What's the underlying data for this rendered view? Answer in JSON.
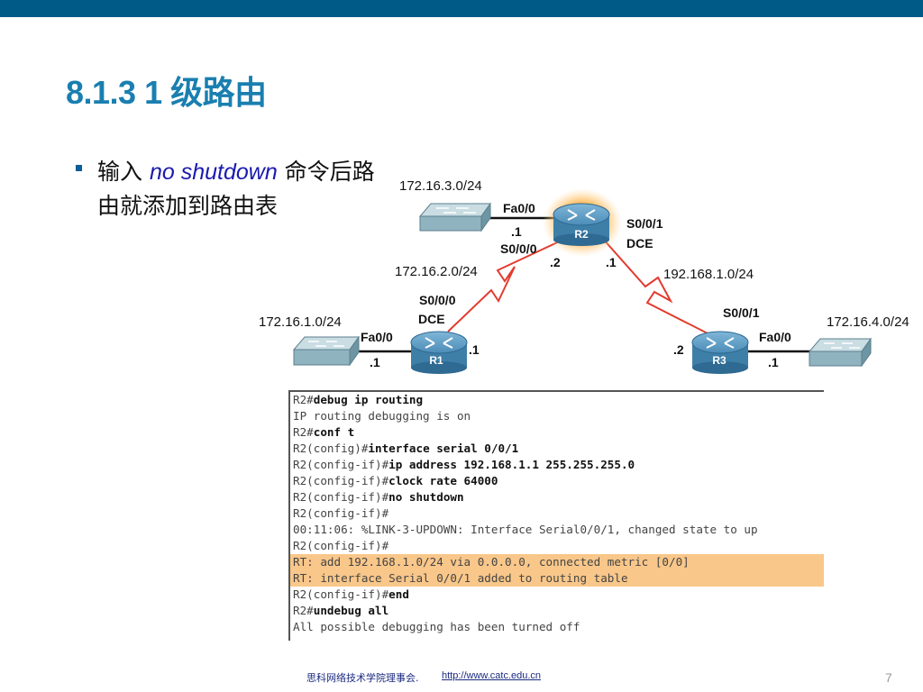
{
  "slide": {
    "title": "8.1.3 1 级路由",
    "bullet": {
      "pre": "输入 ",
      "emphasis": "no shutdown",
      "post": " 命令后路由就添加到路由表"
    },
    "footer_text": "思科网络技术学院理事会.",
    "footer_link": "http://www.catc.edu.cn",
    "page_number": "7"
  },
  "colors": {
    "top_bar": "#005a87",
    "title": "#1a7fb0",
    "serial_link": "#e23b2e",
    "router_body": "#3e7fa8",
    "r2_highlight": "#ffb347",
    "console_highlight": "#f9c78a"
  },
  "topology": {
    "networks": {
      "net_r2_lan": "172.16.3.0/24",
      "net_r1_r2": "172.16.2.0/24",
      "net_r1_lan": "172.16.1.0/24",
      "net_r2_r3": "192.168.1.0/24",
      "net_r3_lan": "172.16.4.0/24"
    },
    "routers": {
      "r1": "R1",
      "r2": "R2",
      "r3": "R3"
    },
    "interfaces": {
      "r2_fa": "Fa0/0",
      "r2_fa_host": ".1",
      "r2_s000": "S0/0/0",
      "r2_s000_host": ".2",
      "r2_s001": "S0/0/1",
      "r2_dce": "DCE",
      "r2_s001_host": ".1",
      "r1_s000": "S0/0/0",
      "r1_dce": "DCE",
      "r1_s000_host": ".1",
      "r1_fa": "Fa0/0",
      "r1_fa_host": ".1",
      "r3_s001": "S0/0/1",
      "r3_s001_host": ".2",
      "r3_fa": "Fa0/0",
      "r3_fa_host": ".1"
    }
  },
  "console": {
    "lines": [
      {
        "prompt": "R2#",
        "cmd": "debug ip routing",
        "highlight": false
      },
      {
        "prompt": "IP routing debugging is on",
        "cmd": "",
        "highlight": false
      },
      {
        "prompt": "R2#",
        "cmd": "conf t",
        "highlight": false
      },
      {
        "prompt": "R2(config)#",
        "cmd": "interface serial 0/0/1",
        "highlight": false
      },
      {
        "prompt": "R2(config-if)#",
        "cmd": "ip address 192.168.1.1 255.255.255.0",
        "highlight": false
      },
      {
        "prompt": "R2(config-if)#",
        "cmd": "clock rate 64000",
        "highlight": false
      },
      {
        "prompt": "R2(config-if)#",
        "cmd": "no shutdown",
        "highlight": false
      },
      {
        "prompt": "R2(config-if)#",
        "cmd": "",
        "highlight": false
      },
      {
        "prompt": "00:11:06: %LINK-3-UPDOWN: Interface Serial0/0/1, changed state to up",
        "cmd": "",
        "highlight": false
      },
      {
        "prompt": "R2(config-if)#",
        "cmd": "",
        "highlight": false
      },
      {
        "prompt": "RT: add 192.168.1.0/24 via 0.0.0.0, connected metric [0/0]",
        "cmd": "",
        "highlight": true
      },
      {
        "prompt": "RT: interface Serial 0/0/1 added to routing table",
        "cmd": "",
        "highlight": true
      },
      {
        "prompt": "R2(config-if)#",
        "cmd": "end",
        "highlight": false
      },
      {
        "prompt": "R2#",
        "cmd": "undebug all",
        "highlight": false
      },
      {
        "prompt": "All possible debugging has been turned off",
        "cmd": "",
        "highlight": false
      }
    ]
  }
}
